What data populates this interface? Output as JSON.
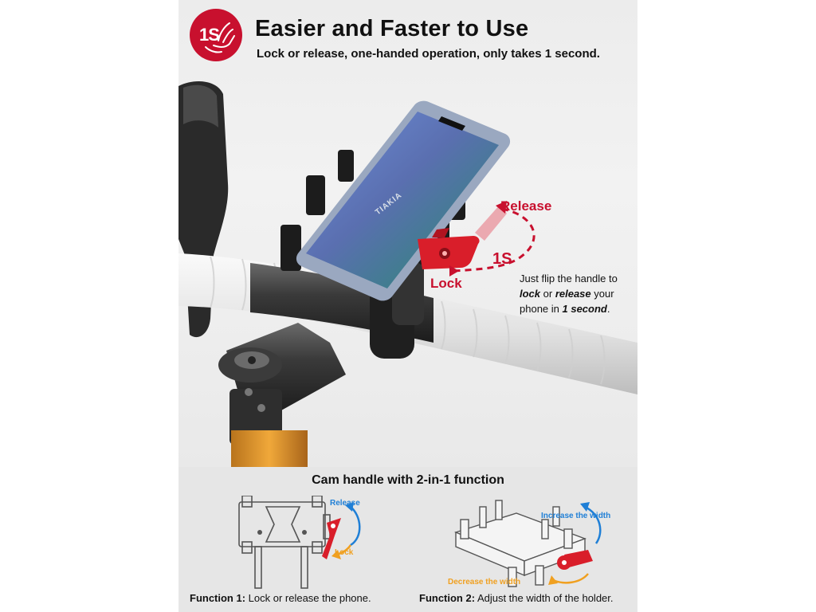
{
  "header": {
    "badge": "1S",
    "title": "Easier and Faster to Use",
    "subtitle": "Lock or release, one-handed operation, only takes 1 second."
  },
  "hero": {
    "release_label": "Release",
    "lock_label": "Lock",
    "time_label": "1S",
    "phone_brand": "TIAKIA",
    "callout": {
      "line1": "Just flip the handle to",
      "lock_word": "lock",
      "or_word": " or ",
      "release_word": "release",
      "your_word": " your",
      "line3_prefix": "phone in ",
      "time_word": "1 second",
      "line3_suffix": "."
    }
  },
  "bottom": {
    "title": "Cam handle with 2-in-1 function",
    "diagram1": {
      "release_label": "Release",
      "lock_label": "Lock"
    },
    "diagram2": {
      "increase_label": "Increase the width",
      "decrease_label": "Decrease the width"
    },
    "function1": {
      "label": "Function 1:",
      "text": " Lock or release the phone."
    },
    "function2": {
      "label": "Function 2:",
      "text": " Adjust the width of the holder."
    }
  },
  "colors": {
    "accent_red": "#c8102e",
    "release_blue": "#1f7fd6",
    "lock_orange": "#f0a020",
    "dark_metal": "#2b2b2b"
  }
}
